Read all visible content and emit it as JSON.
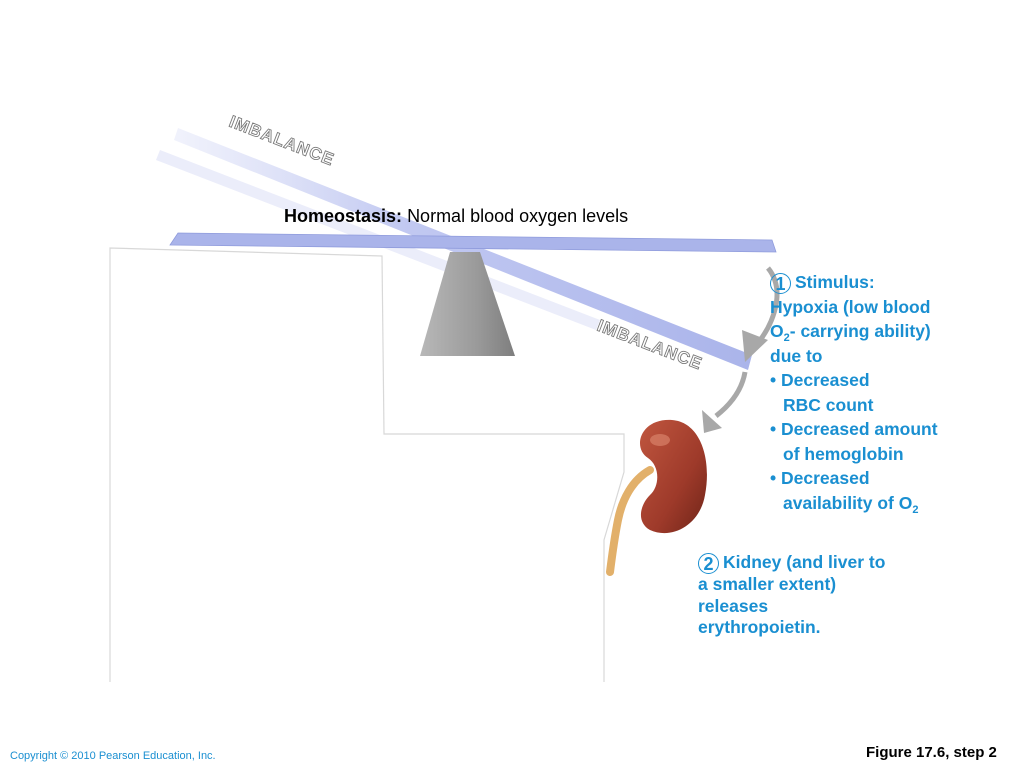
{
  "seesaw": {
    "top_label": "IMBALANCE",
    "bottom_label": "IMBALANCE"
  },
  "title": {
    "bold": "Homeostasis:",
    "rest": "Normal blood oxygen levels"
  },
  "step1": {
    "number": "1",
    "heading": "Stimulus:",
    "line1": "Hypoxia (low blood",
    "line2_prefix": "O",
    "line2_sub": "2",
    "line2_rest": "- carrying ability)",
    "line3": "due to",
    "bullet1_a": "• Decreased",
    "bullet1_b": "RBC count",
    "bullet2_a": "• Decreased amount",
    "bullet2_b": "of hemoglobin",
    "bullet3_a": "• Decreased",
    "bullet3_b_prefix": "availability of O",
    "bullet3_b_sub": "2"
  },
  "step2": {
    "number": "2",
    "line1": "Kidney (and liver to",
    "line2": "a smaller extent)",
    "line3": "releases",
    "line4": "erythropoietin."
  },
  "footer": {
    "copyright": "Copyright © 2010 Pearson Education, Inc.",
    "figure": "Figure 17.6, step 2"
  },
  "colors": {
    "accent": "#1a8fd1",
    "board": "#aab4ea",
    "fulcrum": "#9a9a9a",
    "kidney": "#9e3a2a",
    "ureter": "#e2b06a",
    "arrow": "#a8a8a8"
  }
}
